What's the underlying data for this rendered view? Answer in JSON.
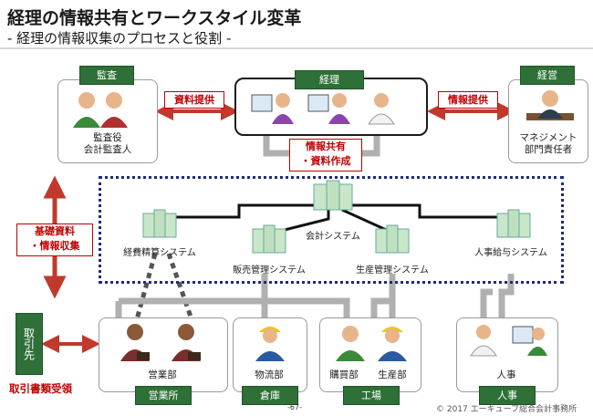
{
  "title": "経理の情報共有とワークスタイル変革",
  "subtitle": "- 経理の情報収集のプロセスと役割 -",
  "groups": {
    "audit": {
      "label": "監査",
      "people": "監査役\n会計監査人"
    },
    "keiri": {
      "label": "経理"
    },
    "keiei": {
      "label": "経営",
      "people": "マネジメント\n部門責任者"
    }
  },
  "arrows": {
    "shiryo_teikyo": "資料提供",
    "joho_teikyo": "情報提供",
    "joho_kyoyu": "情報共有\n・資料作成",
    "kiso_shiryo": "基礎資料\n・情報収集",
    "torihiki_shorui": "取引書類受領"
  },
  "systems": {
    "kaikei": "会計システム",
    "keihi": "経費精算システム",
    "hanbai": "販売管理システム",
    "seisan": "生産管理システム",
    "jinji": "人事給与システム"
  },
  "sites": {
    "eigyosho": {
      "label": "営業所",
      "dept": "営業部"
    },
    "soko": {
      "label": "倉庫",
      "dept": "物流部"
    },
    "kojo": {
      "label": "工場",
      "dept_a": "購買部",
      "dept_b": "生産部"
    },
    "jinji": {
      "label": "人事",
      "dept": "人事"
    }
  },
  "torihikisaki": "取引先",
  "page_number": "-67-",
  "copyright": "© 2017 エーキューブ総合会計事務所"
}
